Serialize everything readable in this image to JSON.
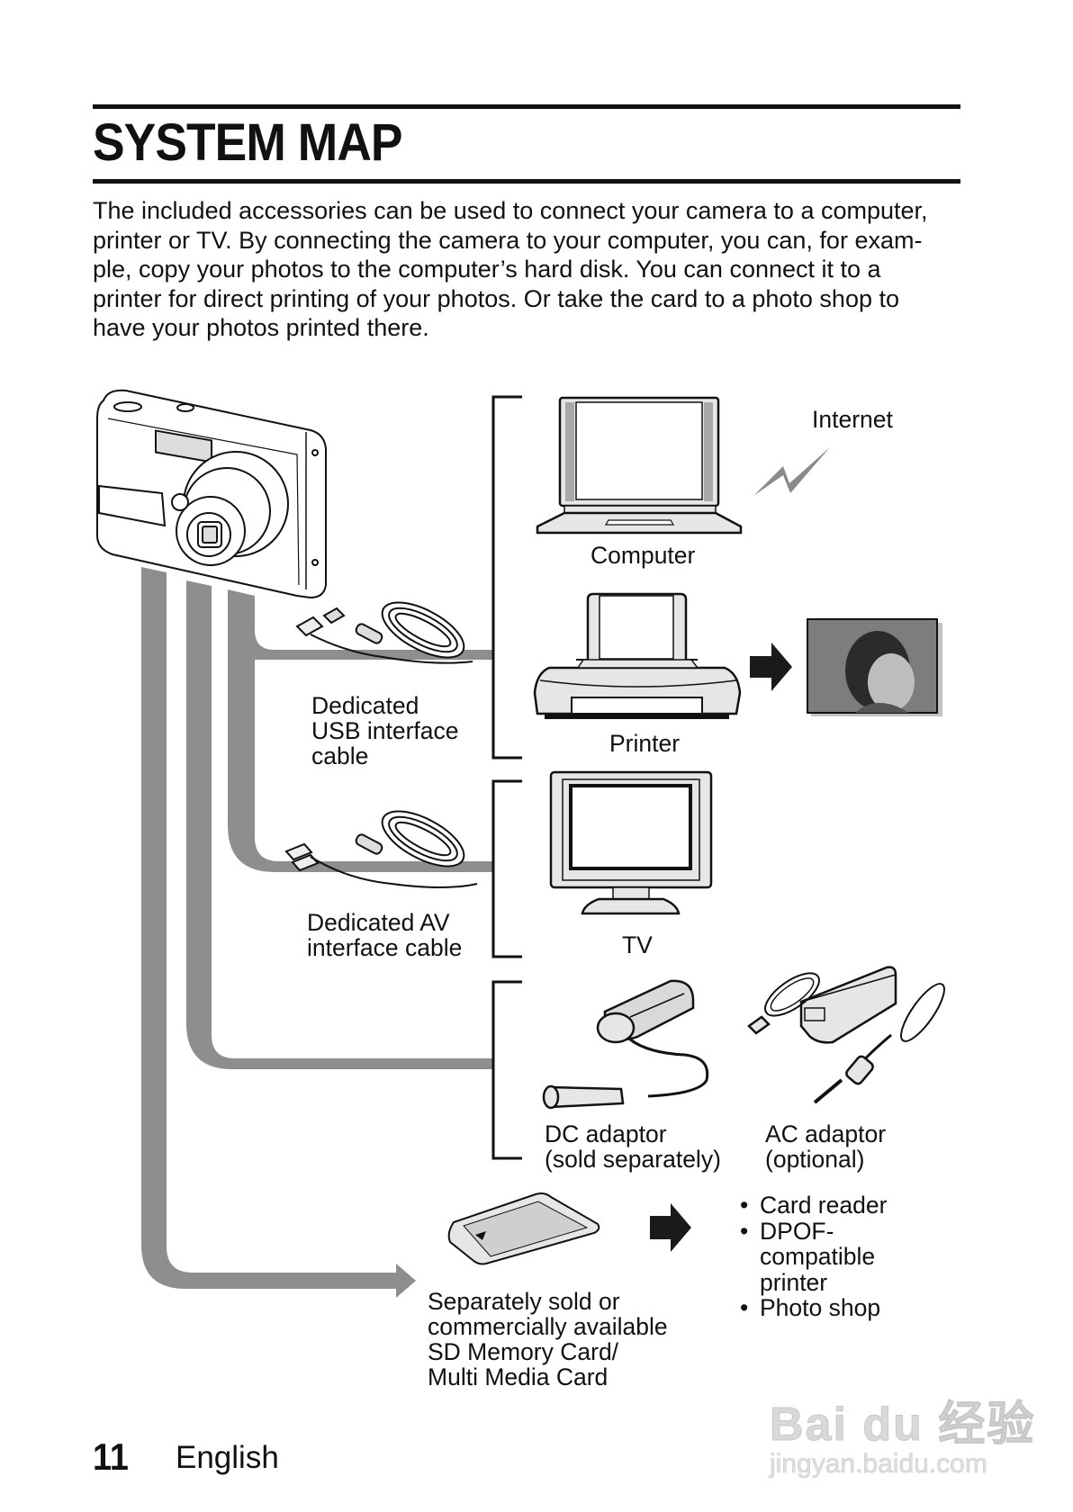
{
  "page": {
    "title": "SYSTEM MAP",
    "intro": [
      "The included accessories can be used to connect your camera to a computer,",
      "printer or TV. By connecting the camera to your computer, you can, for exam-",
      "ple, copy your photos to the computer’s hard disk. You can connect it to a",
      "printer for direct printing of your photos. Or take the card to a photo shop to",
      "have your photos printed there."
    ]
  },
  "diagram": {
    "camera": {
      "icon": "digital-camera-icon"
    },
    "cables": [
      {
        "id": "usb",
        "icon": "usb-cable-icon",
        "label_lines": [
          "Dedicated",
          "USB interface",
          "cable"
        ]
      },
      {
        "id": "av",
        "icon": "av-cable-icon",
        "label_lines": [
          "Dedicated AV",
          "interface cable"
        ]
      }
    ],
    "devices": {
      "computer": {
        "icon": "laptop-icon",
        "label": "Computer"
      },
      "internet": {
        "icon": "lightning-bolt-icon",
        "label": "Internet"
      },
      "printer": {
        "icon": "printer-icon",
        "label": "Printer"
      },
      "photo": {
        "icon": "printed-photo-icon"
      },
      "tv": {
        "icon": "tv-icon",
        "label": "TV"
      },
      "dc_adaptor": {
        "icon": "dc-adaptor-icon",
        "label_lines": [
          "DC adaptor",
          "(sold separately)"
        ]
      },
      "ac_adaptor": {
        "icon": "ac-adaptor-icon",
        "label_lines": [
          "AC adaptor",
          "(optional)"
        ]
      }
    },
    "card": {
      "icon": "sd-card-icon",
      "label_lines": [
        "Separately sold or",
        "commercially available",
        "SD Memory Card/",
        "Multi Media Card"
      ]
    },
    "card_uses": [
      {
        "bullet": "•",
        "lines": [
          "Card reader"
        ]
      },
      {
        "bullet": "•",
        "lines": [
          "DPOF-",
          "compatible",
          "printer"
        ]
      },
      {
        "bullet": "•",
        "lines": [
          "Photo shop"
        ]
      }
    ],
    "colors": {
      "connector_gray": "#8f8d8e",
      "line_black": "#111111",
      "fill_light": "#e6e6e6",
      "fill_mid": "#a8a8a8"
    }
  },
  "footer": {
    "page_number": "11",
    "language": "English"
  },
  "watermark": {
    "brand": "Bai du 经验",
    "url": "jingyan.baidu.com"
  }
}
